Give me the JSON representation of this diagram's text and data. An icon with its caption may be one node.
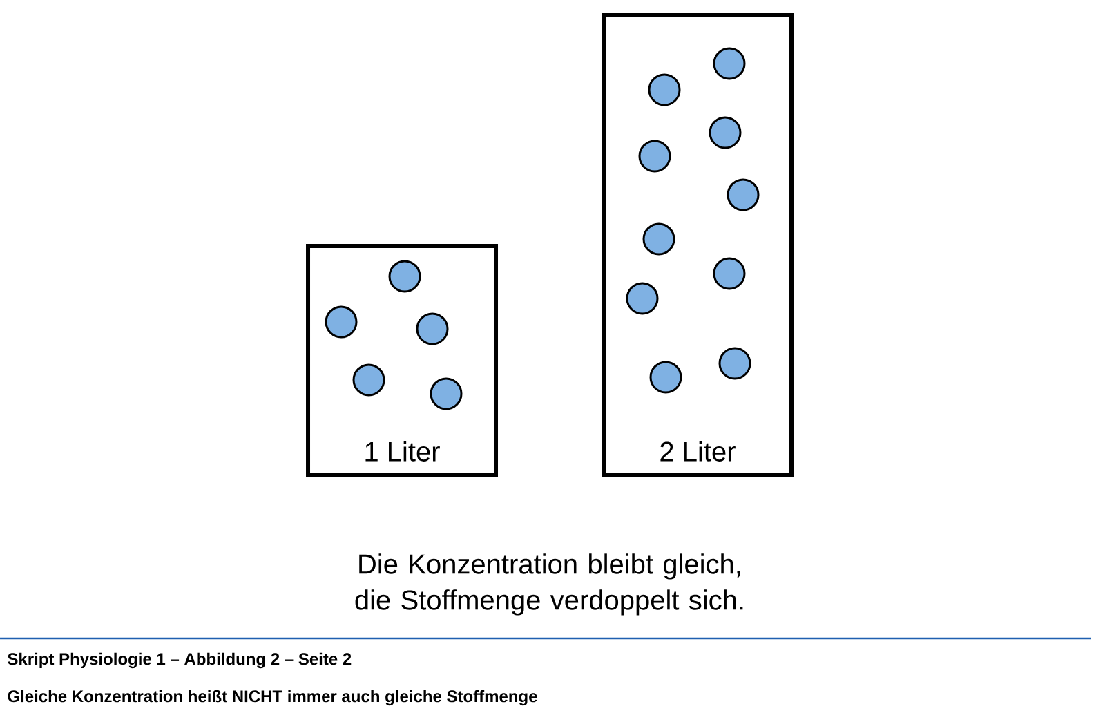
{
  "diagram": {
    "caption": "Gleiche Konzentration heißt NICHT immer auch gleiche Stoffmenge",
    "nodes": [
      {
        "text": [
          "1 Liter"
        ]
      },
      {
        "text": [],
        "shape": "circle",
        "in": 0
      },
      {
        "text": [],
        "shape": "circle",
        "in": 0
      },
      {
        "text": [],
        "shape": "circle",
        "in": 0
      },
      {
        "text": [],
        "shape": "circle",
        "in": 0
      },
      {
        "text": [],
        "shape": "circle",
        "in": 0
      },
      {
        "text": [
          "2 Liter"
        ]
      },
      {
        "text": [],
        "shape": "circle",
        "in": 6
      },
      {
        "text": [],
        "shape": "circle",
        "in": 6
      },
      {
        "text": [],
        "shape": "circle",
        "in": 6
      },
      {
        "text": [],
        "shape": "circle",
        "in": 6
      },
      {
        "text": [],
        "shape": "circle",
        "in": 6
      },
      {
        "text": [],
        "shape": "circle",
        "in": 6
      },
      {
        "text": [],
        "shape": "circle",
        "in": 6
      },
      {
        "text": [],
        "shape": "circle",
        "in": 6
      },
      {
        "text": [],
        "shape": "circle",
        "in": 6
      },
      {
        "text": [],
        "shape": "circle",
        "in": 6
      }
    ],
    "labels": [
      "Die Konzentration bleibt gleich, die Stoffmenge verdoppelt sich.",
      "Skript Physiologie 1 – Abbildung 2 – Seite 2"
    ]
  }
}
